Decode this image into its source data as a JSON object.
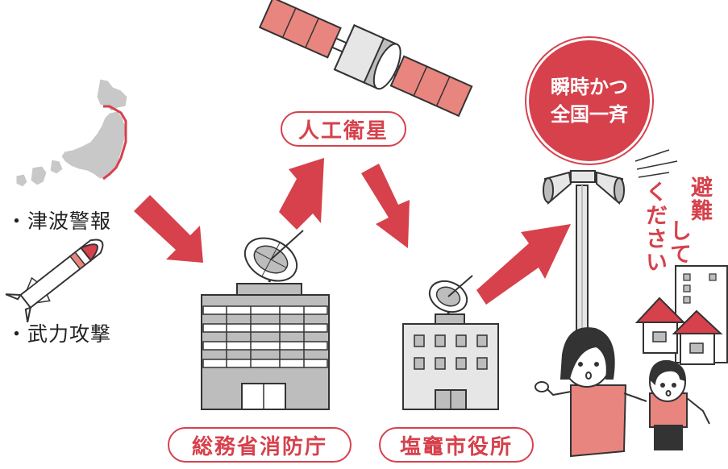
{
  "sources": {
    "item1": "・津波警報",
    "item2": "・武力攻撃"
  },
  "nodes": {
    "fdma": "総務省消防庁",
    "satellite": "人工衛星",
    "city_office": "塩竈市役所"
  },
  "badge": {
    "line1": "瞬時かつ",
    "line2": "全国一斉"
  },
  "speaker_message": {
    "col1": "避難",
    "col2": "して",
    "col3": "ください"
  },
  "colors": {
    "accent": "#d6414c",
    "accent_light": "#e8857e",
    "gray": "#bdbdbd",
    "outline": "#333333"
  }
}
